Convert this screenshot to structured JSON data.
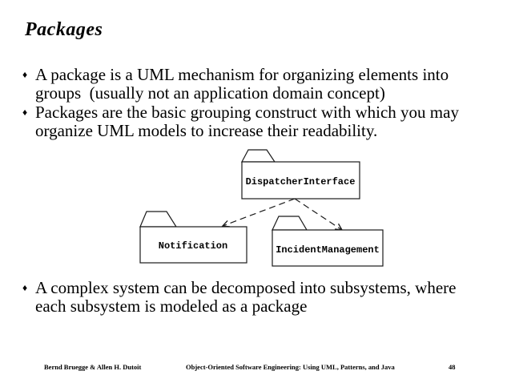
{
  "slide": {
    "title": "Packages",
    "bullet_glyph": "♦",
    "bullets": [
      {
        "lines": [
          "A package is a UML mechanism for organizing elements into",
          "groups  (usually not an application domain concept)"
        ]
      },
      {
        "lines": [
          "Packages are the basic grouping construct with which you may",
          "organize UML models to increase their readability."
        ]
      },
      {
        "lines": [
          "A complex system can be decomposed into subsystems, where",
          "each subsystem is modeled as a package"
        ]
      }
    ]
  },
  "diagram": {
    "type": "uml-package-diagram",
    "line_color": "#1a1a1a",
    "packages": [
      {
        "name": "DispatcherInterface"
      },
      {
        "name": "Notification"
      },
      {
        "name": "IncidentManagement"
      }
    ],
    "dependencies": [
      {
        "from": "DispatcherInterface",
        "to": "Notification",
        "style": "dashed-open-arrow"
      },
      {
        "from": "DispatcherInterface",
        "to": "IncidentManagement",
        "style": "dashed-open-arrow"
      }
    ]
  },
  "footer": {
    "authors": "Bernd Bruegge & Allen H. Dutoit",
    "book": "Object-Oriented Software Engineering: Using UML, Patterns, and Java",
    "page_number": "48"
  }
}
